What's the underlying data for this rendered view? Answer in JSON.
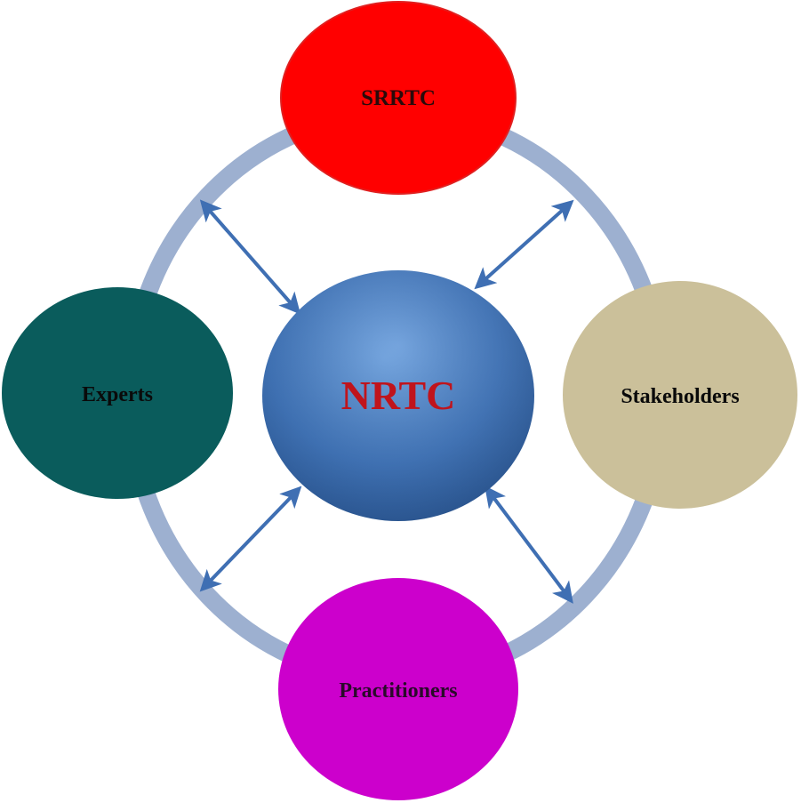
{
  "nodes": {
    "center": {
      "label": "NRTC",
      "label_color": "#c0141c"
    },
    "top": {
      "label": "SRRTC",
      "fill": "#ff0000",
      "label_color": "#2a0a0a"
    },
    "left": {
      "label": "Experts",
      "fill": "#0a5c5c",
      "label_color": "#0a0a0a"
    },
    "right": {
      "label": "Stakeholders",
      "fill": "#cbc09a",
      "label_color": "#0a0a0a"
    },
    "bottom": {
      "label": "Practitioners",
      "fill": "#cc00cc",
      "label_color": "#2a0a2a"
    }
  },
  "colors": {
    "ring": "#9db0d0",
    "arrow": "#3f6fb3",
    "center_top": "#4f88d0",
    "center_bottom": "#2d5d9e"
  }
}
